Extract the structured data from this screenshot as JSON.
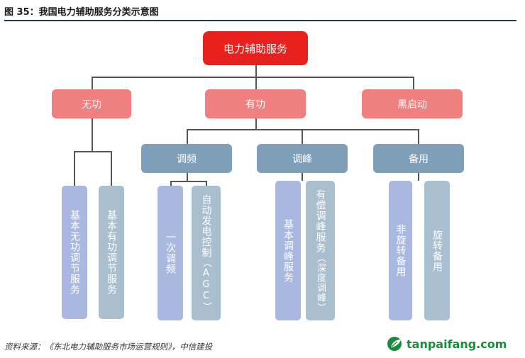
{
  "header": {
    "figure_title": "图 35：我国电力辅助服务分类示意图"
  },
  "diagram": {
    "root": "电力辅助服务",
    "level1": [
      "无功",
      "有功",
      "黑启动"
    ],
    "level2": [
      "调频",
      "调峰",
      "备用"
    ],
    "leaves": {
      "reactive_basic": "基本无功调节服务",
      "reactive_paid": "基本有功调节服务",
      "freq_primary": "一次调频",
      "freq_agc_main": "自动发电控制",
      "freq_agc_sub": "（AGC）",
      "peak_basic": "基本调峰服务",
      "peak_paid_main": "有偿调峰服务",
      "peak_paid_sub": "（深度调峰）",
      "reserve_nonspin": "非旋转备用",
      "reserve_spin": "旋转备用"
    },
    "colors": {
      "root": "#e8201e",
      "level1": "#f08080",
      "level2": "#7f9fb9",
      "leaf_a": "#aab8e0",
      "leaf_b": "#a9bfcf"
    }
  },
  "footer": {
    "source": "资料来源：《东北电力辅助服务市场运营规则》，中信建投",
    "logo_text": "tanpaifang.com",
    "logo_icon": "leaf-logo-icon"
  }
}
